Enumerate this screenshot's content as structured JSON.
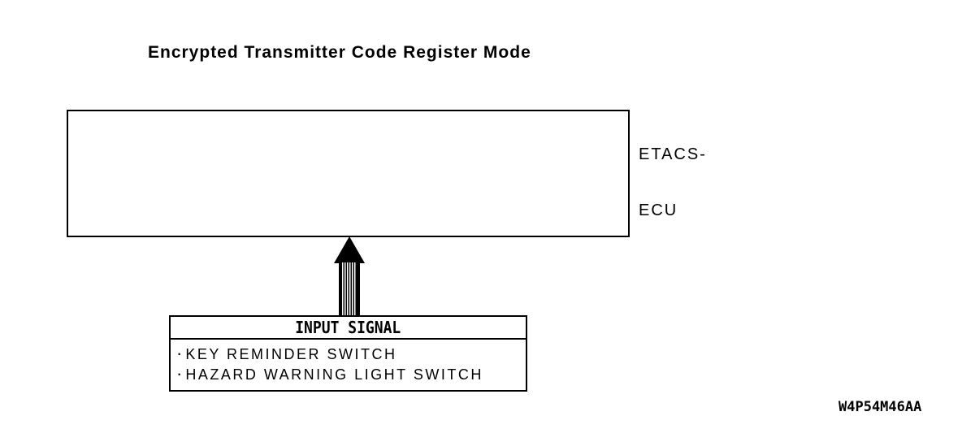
{
  "diagram": {
    "title": "Encrypted Transmitter Code Register Mode",
    "ecu_box": {
      "label_line1": "ETACS-",
      "label_line2": "ECU"
    },
    "arrow": {
      "direction": "up",
      "style": "hatched-shaft-solid-head",
      "color": "#000000"
    },
    "input_signal_box": {
      "header": "INPUT SIGNAL",
      "bullet": "·",
      "items": [
        "KEY REMINDER SWITCH",
        "HAZARD WARNING LIGHT SWITCH"
      ]
    },
    "figure_code": "W4P54M46AA",
    "colors": {
      "line": "#000000",
      "background": "#ffffff"
    }
  }
}
